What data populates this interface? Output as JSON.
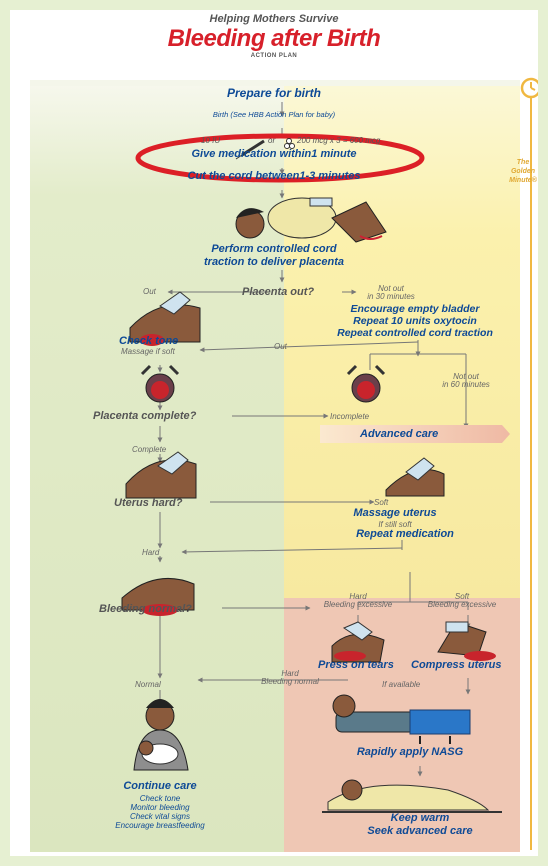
{
  "header": {
    "subtitle": "Helping Mothers Survive",
    "title": "Bleeding after Birth",
    "plan": "ACTION PLAN"
  },
  "golden_minute": "The Golden Minute®",
  "steps": {
    "prepare": "Prepare for birth",
    "birth": "Birth (See HBB Action Plan for baby)",
    "dose_a": "10 IU",
    "dose_or": "or",
    "dose_b": "200 mcg x 3 = 600 mcg",
    "give_med": "Give medication within1 minute",
    "cut_cord": "Cut the cord between1-3 minutes",
    "cct1": "Perform controlled cord",
    "cct2": "traction to deliver placenta",
    "placenta_out": "Placenta out?",
    "out": "Out",
    "not_out_30a": "Not out",
    "not_out_30b": "in 30 minutes",
    "encourage1": "Encourage empty bladder",
    "encourage2": "Repeat 10 units oxytocin",
    "encourage3": "Repeat controlled cord traction",
    "check_tone": "Check tone",
    "massage_if_soft": "Massage if soft",
    "out2": "Out",
    "not_out_60a": "Not out",
    "not_out_60b": "in 60 minutes",
    "placenta_complete": "Placenta complete?",
    "incomplete": "Incomplete",
    "advanced_care": "Advanced care",
    "complete": "Complete",
    "uterus_hard": "Uterus hard?",
    "soft": "Soft",
    "massage_uterus": "Massage uterus",
    "if_still_soft": "If still soft",
    "repeat_med": "Repeat medication",
    "hard": "Hard",
    "hard2": "Hard",
    "bleeding_excessive1": "Bleeding excessive",
    "soft2": "Soft",
    "bleeding_excessive2": "Bleeding excessive",
    "bleeding_normal_q": "Bleeding normal?",
    "press_tears": "Press on tears",
    "compress_uterus": "Compress uterus",
    "normal": "Normal",
    "hard3": "Hard",
    "bleeding_normal": "Bleeding normal",
    "if_available": "If available",
    "apply_nasg": "Rapidly apply NASG",
    "continue_care": "Continue care",
    "cc1": "Check tone",
    "cc2": "Monitor bleeding",
    "cc3": "Check vital signs",
    "cc4": "Encourage breastfeeding",
    "keep_warm": "Keep warm",
    "seek_care": "Seek advanced care"
  },
  "colors": {
    "green_zone": "#dfe9c4",
    "yellow_zone": "#fbf3b4",
    "red_zone": "#efc8b4",
    "title_red": "#d7202a",
    "text_blue": "#0e4a96",
    "ellipse": "#dc1f26",
    "gold": "#f0b841"
  }
}
